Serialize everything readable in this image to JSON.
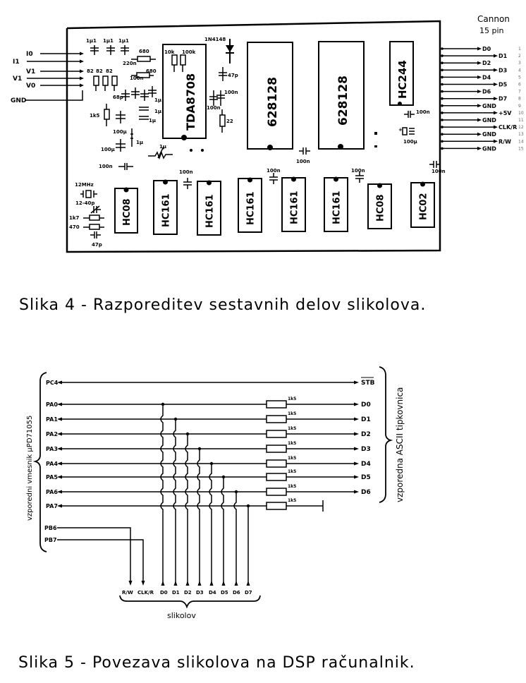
{
  "figure4": {
    "caption": "Slika 4 - Razporeditev sestavnih delov slikolova.",
    "connector_label_line1": "Cannon",
    "connector_label_line2": "15 pin",
    "left_inputs": [
      "I0",
      "I1",
      "V1",
      "V1",
      "V0",
      "GND"
    ],
    "right_pins": [
      "D0",
      "D1",
      "D2",
      "D3",
      "D4",
      "D5",
      "D6",
      "D7",
      "GND",
      "+5V",
      "GND",
      "CLK/R",
      "GND",
      "R/W",
      "GND"
    ],
    "pin_numbers": [
      "1",
      "2",
      "3",
      "4",
      "5",
      "6",
      "7",
      "8",
      "9",
      "10",
      "11",
      "12",
      "13",
      "14",
      "15"
    ],
    "chips_top": [
      {
        "name": "TDA8708"
      },
      {
        "name": "628128"
      },
      {
        "name": "628128"
      },
      {
        "name": "HC244"
      }
    ],
    "chips_bottom": [
      {
        "name": "HC08"
      },
      {
        "name": "HC161"
      },
      {
        "name": "HC161"
      },
      {
        "name": "HC161"
      },
      {
        "name": "HC161"
      },
      {
        "name": "HC161"
      },
      {
        "name": "HC08"
      },
      {
        "name": "HC02"
      }
    ],
    "component_labels": {
      "caps_top": [
        "1µ1",
        "1µ1",
        "1µ1"
      ],
      "res_left": [
        "82",
        "82",
        "82"
      ],
      "r680a": "680",
      "r680b": "680",
      "c220n": "220n",
      "c100n_a": "100n",
      "c68p": "68p",
      "r1k5": "1k5",
      "c100u_a": "100µ",
      "c100u_b": "100µ",
      "c100n_b": "100n",
      "c1u": [
        "1µ",
        "1µ",
        "1µ",
        "1µ"
      ],
      "trim": "1µ",
      "diode": "1N4148",
      "c47p": "47p",
      "c100n_c": "100n",
      "c100n_d": "100n",
      "r22": "22",
      "tda_r1": "10k",
      "tda_r2": "100k",
      "crystal": "12MHz",
      "trimcap": "12-40p",
      "r1n7": "1k7",
      "r470": "470",
      "c47p_b": "47p",
      "c100n_list": [
        "100n",
        "100n",
        "100n",
        "100n",
        "100n",
        "100n",
        "100n"
      ],
      "c100u_right": "100µ"
    }
  },
  "figure5": {
    "caption": "Slika 5 - Povezava slikolova na DSP računalnik.",
    "left_group_label": "vzporedni vmesnik µPD71055",
    "right_group_label": "vzporedna ASCII tipkovnica",
    "bottom_group_label": "slikolov",
    "left_pins": [
      "PC4",
      "PA0",
      "PA1",
      "PA2",
      "PA3",
      "PA4",
      "PA5",
      "PA6",
      "PA7"
    ],
    "left_pins_b": [
      "PB6",
      "PB7"
    ],
    "right_pins": [
      "STB",
      "D0",
      "D1",
      "D2",
      "D3",
      "D4",
      "D5",
      "D6"
    ],
    "resistor_value": "1k5",
    "bottom_pins": [
      "R/W",
      "CLK/R",
      "D0",
      "D1",
      "D2",
      "D3",
      "D4",
      "D5",
      "D6",
      "D7"
    ]
  }
}
